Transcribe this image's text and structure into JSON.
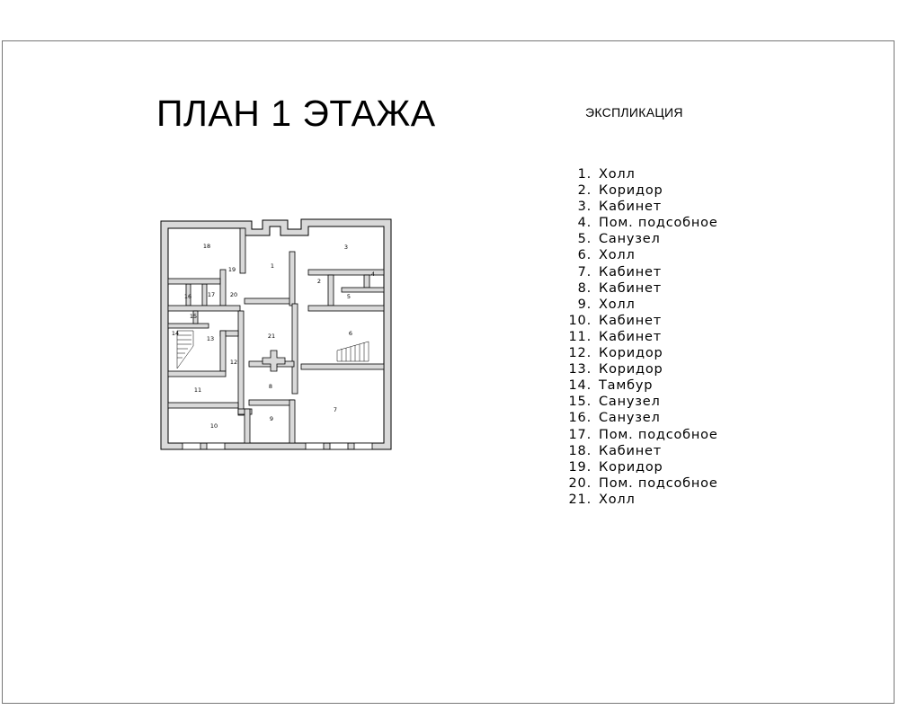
{
  "title": "ПЛАН 1 ЭТАЖА",
  "legend": {
    "title": "ЭКСПЛИКАЦИЯ",
    "items": [
      {
        "num": "1.",
        "name": "Холл"
      },
      {
        "num": "2.",
        "name": "Коридор"
      },
      {
        "num": "3.",
        "name": "Кабинет"
      },
      {
        "num": "4.",
        "name": "Пом.  подсобное"
      },
      {
        "num": "5.",
        "name": "Санузел"
      },
      {
        "num": "6.",
        "name": "Холл"
      },
      {
        "num": "7.",
        "name": "Кабинет"
      },
      {
        "num": "8.",
        "name": "Кабинет"
      },
      {
        "num": "9.",
        "name": "Холл"
      },
      {
        "num": "10.",
        "name": "Кабинет"
      },
      {
        "num": "11.",
        "name": "Кабинет"
      },
      {
        "num": "12.",
        "name": "Коридор"
      },
      {
        "num": "13.",
        "name": "Коридор"
      },
      {
        "num": "14.",
        "name": "Тамбур"
      },
      {
        "num": "15.",
        "name": "Санузел"
      },
      {
        "num": "16.",
        "name": "Санузел"
      },
      {
        "num": "17.",
        "name": "Пом. подсобное"
      },
      {
        "num": "18.",
        "name": "Кабинет"
      },
      {
        "num": "19.",
        "name": "Коридор"
      },
      {
        "num": "20.",
        "name": "Пом. подсобное"
      },
      {
        "num": "21.",
        "name": "Холл"
      }
    ]
  },
  "plan": {
    "room_labels": [
      "1",
      "2",
      "3",
      "4",
      "5",
      "6",
      "7",
      "8",
      "9",
      "10",
      "11",
      "12",
      "13",
      "14",
      "15",
      "16",
      "17",
      "18",
      "19",
      "20",
      "21"
    ]
  }
}
